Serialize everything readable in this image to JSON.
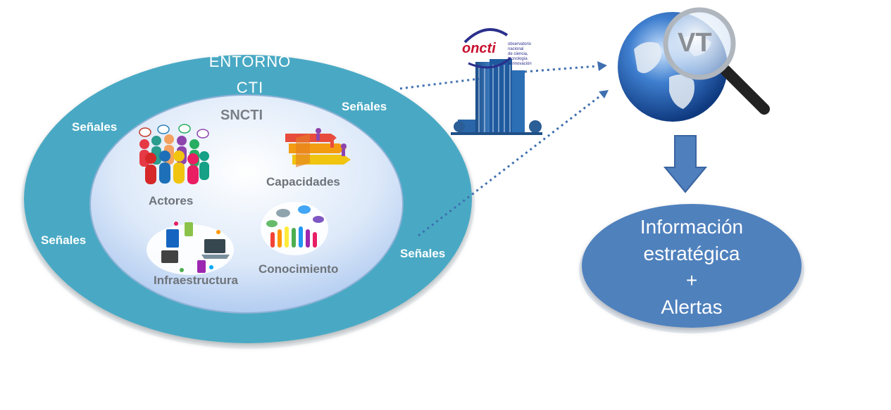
{
  "outer": {
    "title_line1": "ENTORNO",
    "title_line2": "CTI"
  },
  "inner": {
    "title": "SNCTI"
  },
  "signals": {
    "top_left": "Señales",
    "top_right": "Señales",
    "bottom_left": "Señales",
    "bottom_right": "Señales"
  },
  "nodes": {
    "actores": "Actores",
    "capacidades": "Capacidades",
    "infraestructura": "Infraestructura",
    "conocimiento": "Conocimiento"
  },
  "logo": {
    "name": "oncti",
    "line1": "observatorio",
    "line2": "nacional",
    "line3": "de ciencia,",
    "line4": "tecnología",
    "line5": "e innovación"
  },
  "globe": {
    "label": "VT"
  },
  "output": {
    "line1": "Información",
    "line2": "estratégica",
    "line3": "+",
    "line4": "Alertas"
  },
  "colors": {
    "outer": "#4aa9c4",
    "inner": "#cfe1f7",
    "output": "#4f81bd",
    "arrow": "#4f7fbd",
    "dots": "#3f6fb0"
  }
}
